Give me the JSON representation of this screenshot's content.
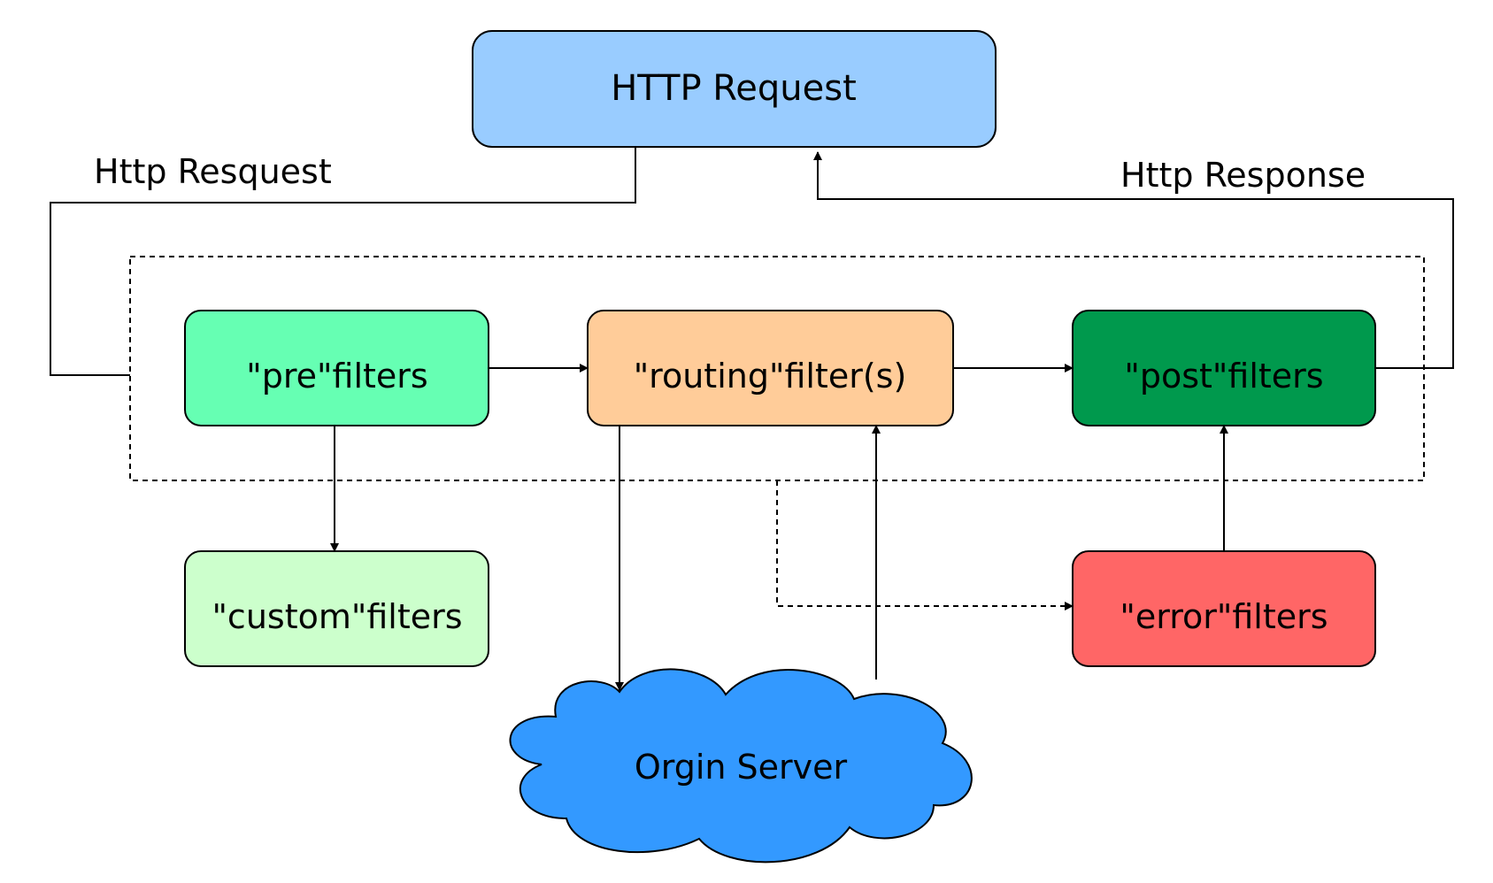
{
  "nodes": {
    "http_request": {
      "label": "HTTP Request",
      "color": "#99CCFF"
    },
    "pre_filters": {
      "label": "\"pre\"filters",
      "color": "#66FFB3"
    },
    "routing_filters": {
      "label": "\"routing\"filter(s)",
      "color": "#FFCC99"
    },
    "post_filters": {
      "label": "\"post\"filters",
      "color": "#00994D"
    },
    "custom_filters": {
      "label": "\"custom\"filters",
      "color": "#CCFFCC"
    },
    "error_filters": {
      "label": "\"error\"filters",
      "color": "#FF6666"
    },
    "origin_server": {
      "label": "Orgin Server",
      "color": "#3399FF"
    }
  },
  "edges": {
    "request_label": "Http Resquest",
    "response_label": "Http Response"
  }
}
